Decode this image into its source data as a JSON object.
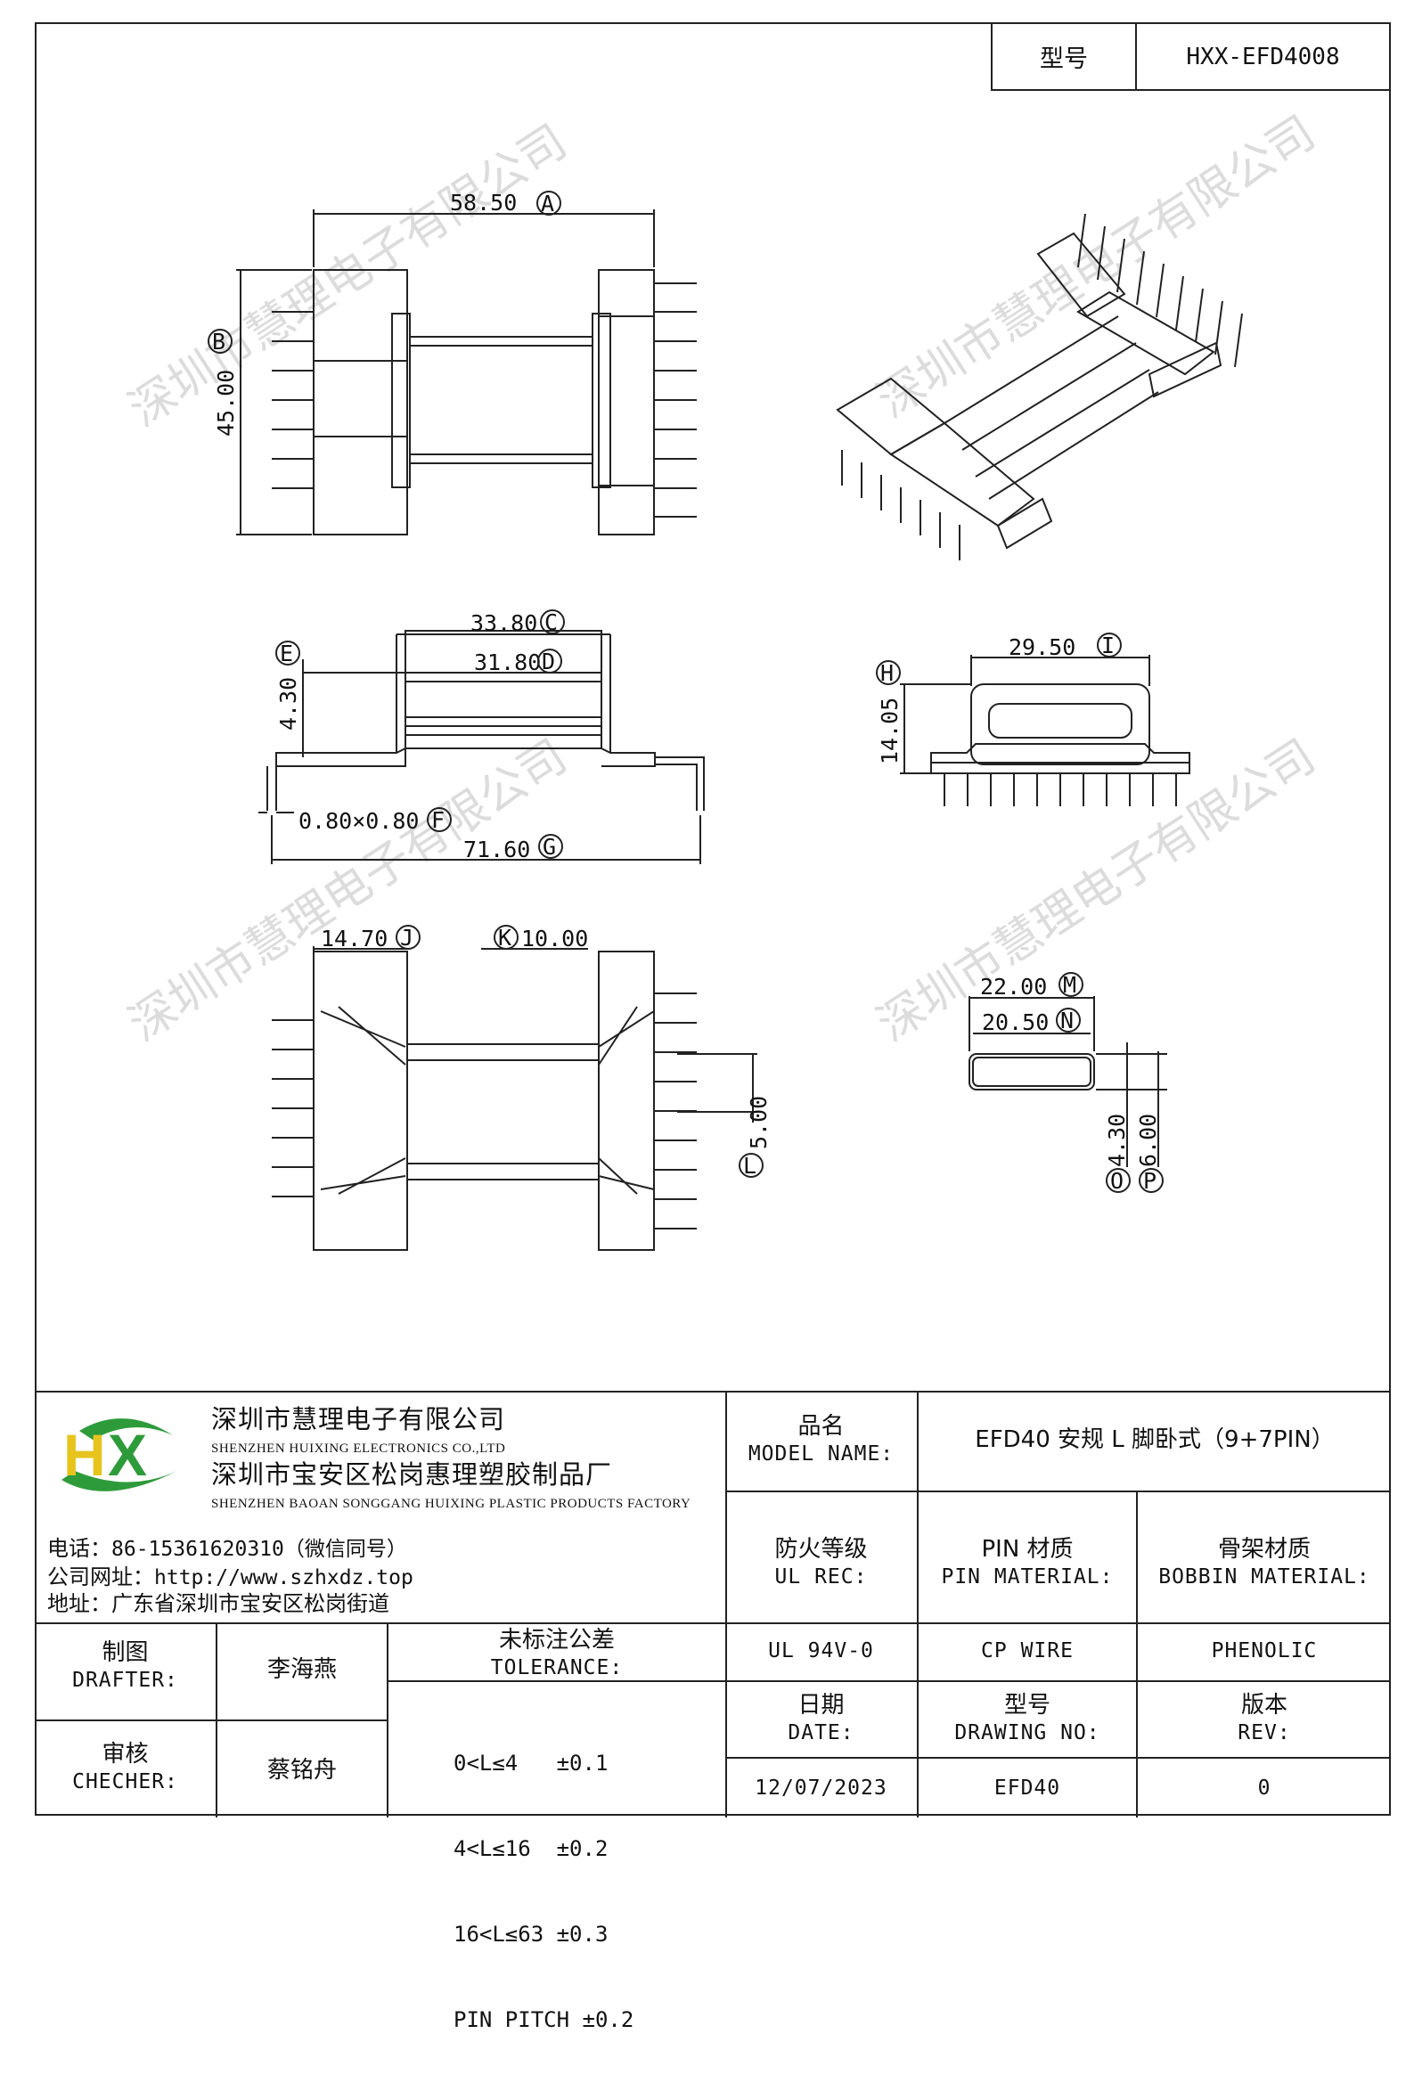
{
  "header": {
    "model_label": "型号",
    "model_value": "HXX-EFD4008"
  },
  "dimensions": {
    "A": "58.50",
    "B": "45.00",
    "C": "33.80",
    "D": "31.80",
    "E": "4.30",
    "F": "0.80×0.80",
    "G": "71.60",
    "H": "14.05",
    "I": "29.50",
    "J": "14.70",
    "K": "10.00",
    "L": "5.00",
    "M": "22.00",
    "N": "20.50",
    "O": "4.30",
    "P": "6.00"
  },
  "dimension_letters": [
    "A",
    "B",
    "C",
    "D",
    "E",
    "F",
    "G",
    "H",
    "I",
    "J",
    "K",
    "L",
    "M",
    "N",
    "O",
    "P"
  ],
  "watermark": "深圳市慧理电子有限公司",
  "company": {
    "logo_text": "HX",
    "name_cn_1": "深圳市慧理电子有限公司",
    "name_en_1": "SHENZHEN HUIXING ELECTRONICS CO.,LTD",
    "name_cn_2": "深圳市宝安区松岗惠理塑胶制品厂",
    "name_en_2": "SHENZHEN BAOAN SONGGANG HUIXING PLASTIC PRODUCTS FACTORY",
    "phone_label": "电话：",
    "phone_value": "86-15361620310（微信同号）",
    "web_label": "公司网址：",
    "web_value": "http://www.szhxdz.top",
    "address_label": "地址：",
    "address_value": "广东省深圳市宝安区松岗街道"
  },
  "title_block": {
    "model_name_cn": "品名",
    "model_name_en": "MODEL NAME:",
    "model_name_value": "EFD40 安规 L 脚卧式（9+7PIN）",
    "ul_rec_cn": "防火等级",
    "ul_rec_en": "UL REC:",
    "pin_material_cn": "PIN 材质",
    "pin_material_en": "PIN MATERIAL:",
    "bobbin_material_cn": "骨架材质",
    "bobbin_material_en": "BOBBIN MATERIAL:",
    "ul_rec_value": "UL 94V-0",
    "pin_material_value": "CP WIRE",
    "bobbin_material_value": "PHENOLIC",
    "drafter_cn": "制图",
    "drafter_en": "DRAFTER:",
    "drafter_value": "李海燕",
    "checker_cn": "审核",
    "checker_en": "CHECHER:",
    "checker_value": "蔡铭舟",
    "tolerance_cn": "未标注公差",
    "tolerance_en": "TOLERANCE:",
    "tolerances": [
      "0<L≤4   ±0.1",
      "4<L≤16  ±0.2",
      "16<L≤63 ±0.3",
      "PIN PITCH ±0.2"
    ],
    "date_cn": "日期",
    "date_en": "DATE:",
    "date_value": "12/07/2023",
    "drawing_no_cn": "型号",
    "drawing_no_en": "DRAWING NO:",
    "drawing_no_value": "EFD40",
    "rev_cn": "版本",
    "rev_en": "REV:",
    "rev_value": "0"
  }
}
